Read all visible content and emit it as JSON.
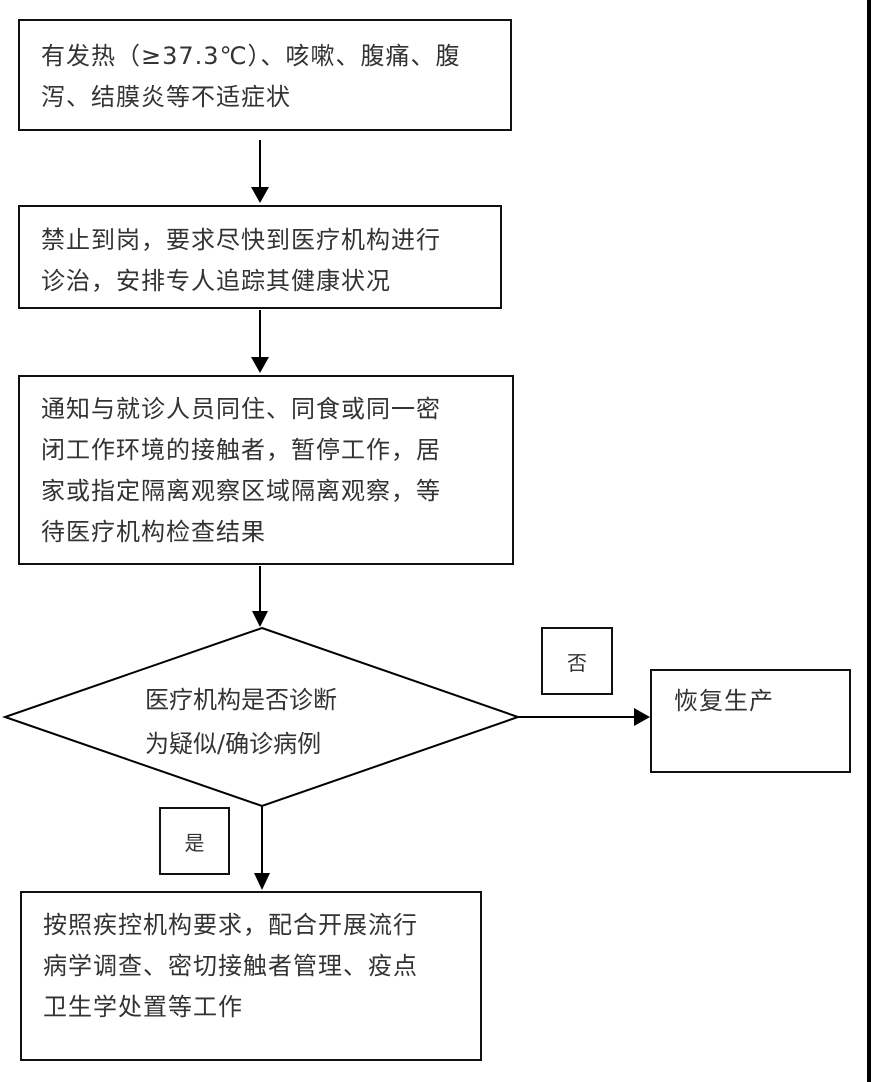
{
  "flowchart": {
    "step1": {
      "lines": [
        "有发热（≥37.3℃）、咳嗽、腹痛、腹",
        "泻、结膜炎等不适症状"
      ]
    },
    "step2": {
      "lines": [
        "禁止到岗，要求尽快到医疗机构进行",
        "诊治，安排专人追踪其健康状况"
      ]
    },
    "step3": {
      "lines": [
        "通知与就诊人员同住、同食或同一密",
        "闭工作环境的接触者，暂停工作，居",
        "家或指定隔离观察区域隔离观察，等",
        "待医疗机构检查结果"
      ]
    },
    "decision": {
      "lines": [
        "医疗机构是否诊断",
        "为疑似/确诊病例"
      ]
    },
    "branch_no": {
      "label": "否",
      "result": "恢复生产"
    },
    "branch_yes": {
      "label": "是",
      "lines": [
        "按照疾控机构要求，配合开展流行",
        "病学调查、密切接触者管理、疫点",
        "卫生学处置等工作"
      ]
    }
  }
}
